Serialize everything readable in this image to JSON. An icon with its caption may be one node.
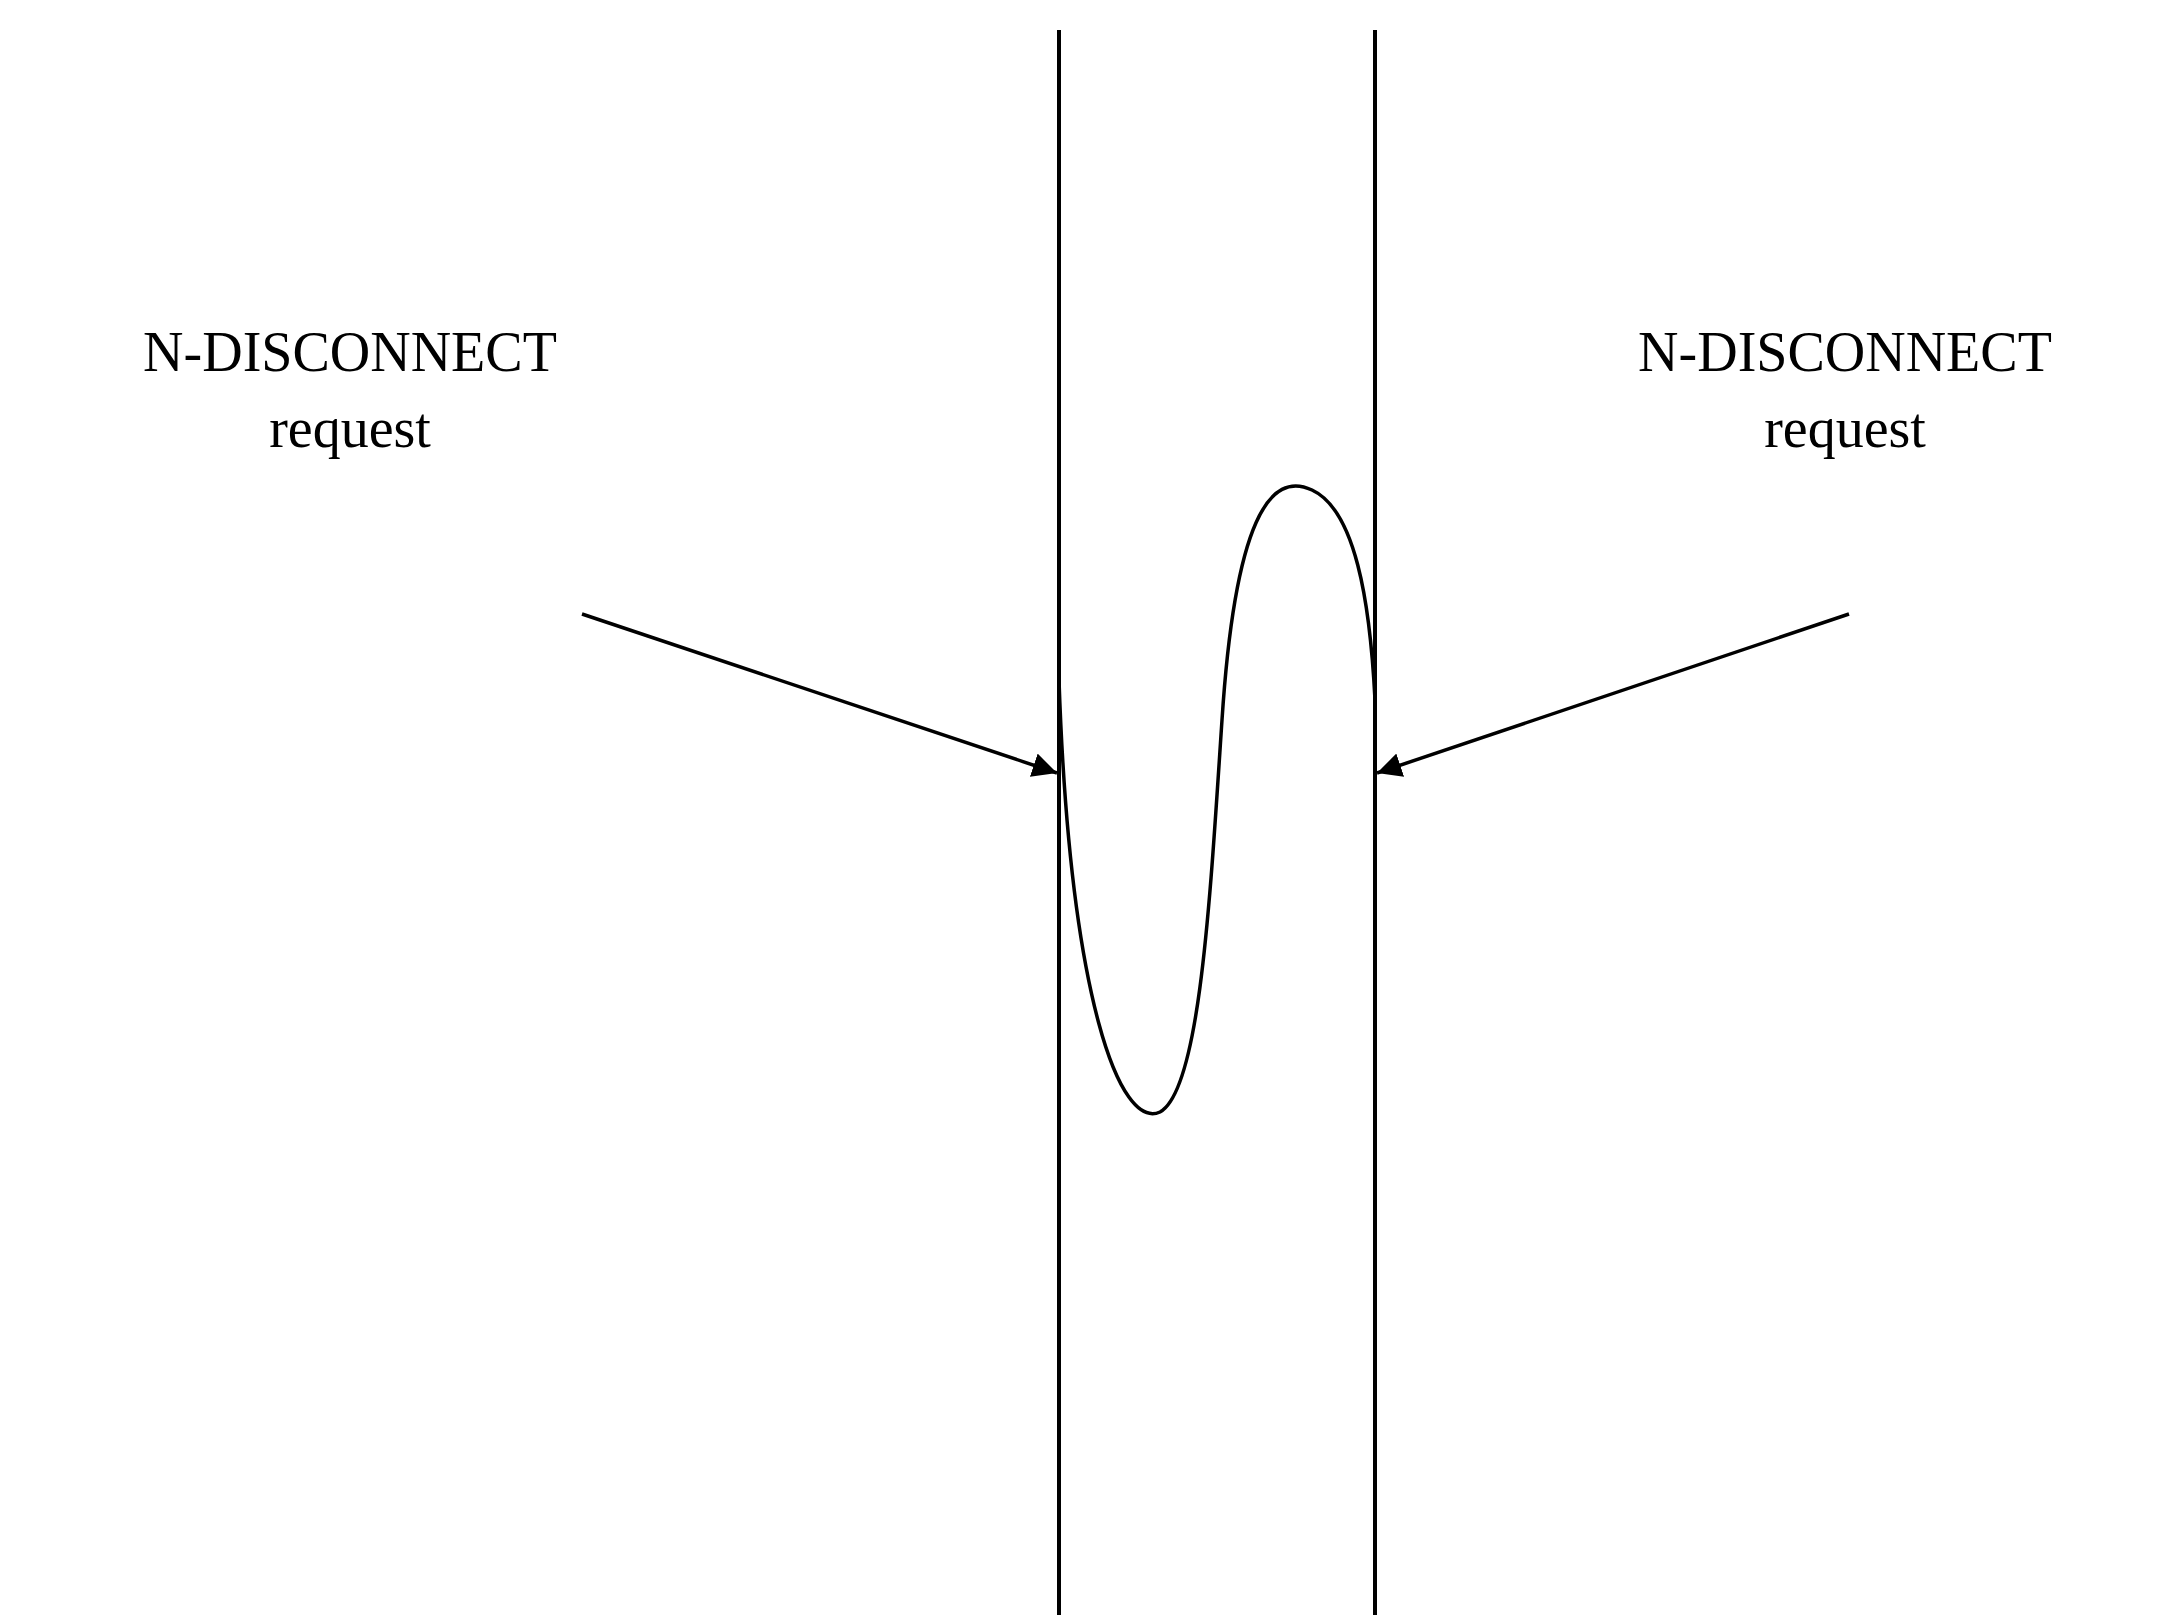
{
  "diagram": {
    "nodes": [
      {
        "text": [
          "N-DISCONNECT request"
        ]
      },
      {
        "text": [
          "N-DISCONNECT request"
        ]
      },
      {
        "text": [],
        "shape": "bar"
      },
      {
        "text": [],
        "shape": "bar"
      }
    ],
    "edges": [
      {
        "from": 0,
        "to": 2,
        "arrow": "to"
      },
      {
        "from": 1,
        "to": 3,
        "arrow": "to"
      }
    ]
  }
}
